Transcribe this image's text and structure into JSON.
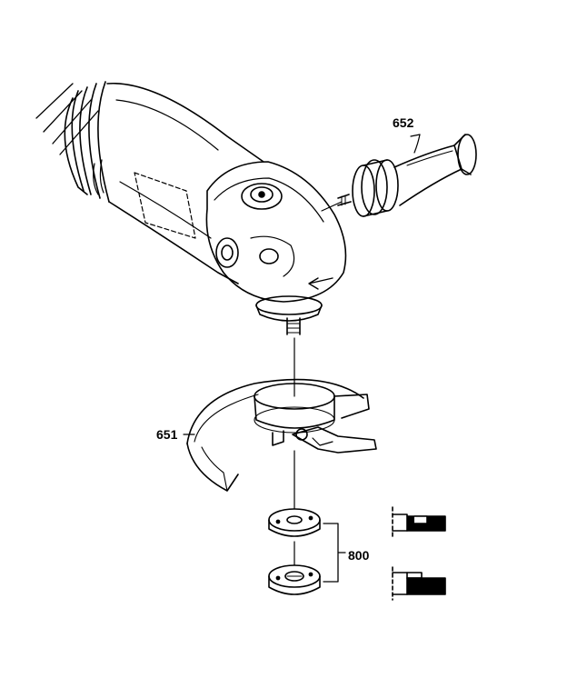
{
  "callouts": {
    "handle": "652",
    "guard": "651",
    "flange_nut_set": "800"
  },
  "colors": {
    "line": "#000000",
    "background": "#ffffff"
  }
}
